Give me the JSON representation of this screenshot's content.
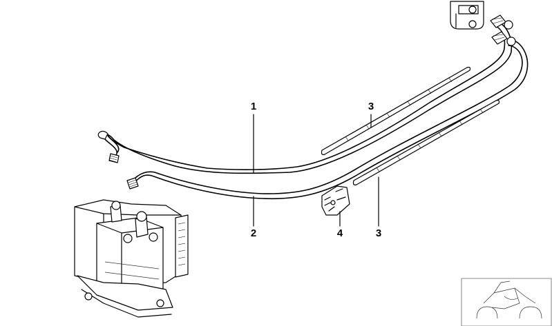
{
  "diagram": {
    "colors": {
      "line": "#000000",
      "background": "#ffffff",
      "thumbnail_line": "#666666"
    },
    "callouts": [
      {
        "id": "callout-1",
        "label": "1"
      },
      {
        "id": "callout-2",
        "label": "2"
      },
      {
        "id": "callout-3a",
        "label": "3"
      },
      {
        "id": "callout-3b",
        "label": "3"
      },
      {
        "id": "callout-4",
        "label": "4"
      }
    ]
  }
}
